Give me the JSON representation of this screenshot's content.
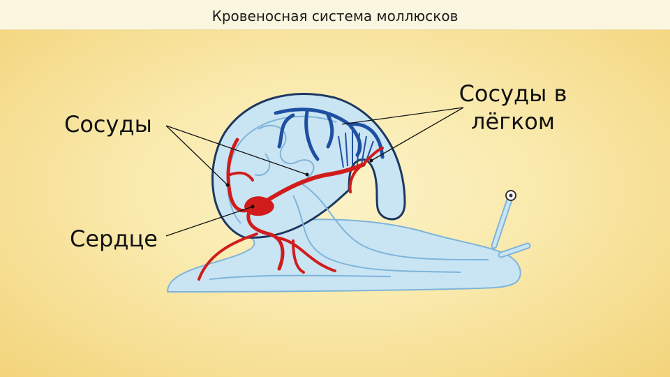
{
  "slide": {
    "title": "Кровеносная система моллюсков"
  },
  "labels": {
    "vessels": "Сосуды",
    "heart": "Сердце",
    "lung_vessels": [
      "Сосуды в",
      "лёгком"
    ]
  },
  "colors": {
    "background": "#f9e9ab",
    "body_fill": "#c9e4f3",
    "body_outline": "#7fb4d9",
    "arteries": "#d11c1c",
    "veins": "#1e4fa0"
  }
}
